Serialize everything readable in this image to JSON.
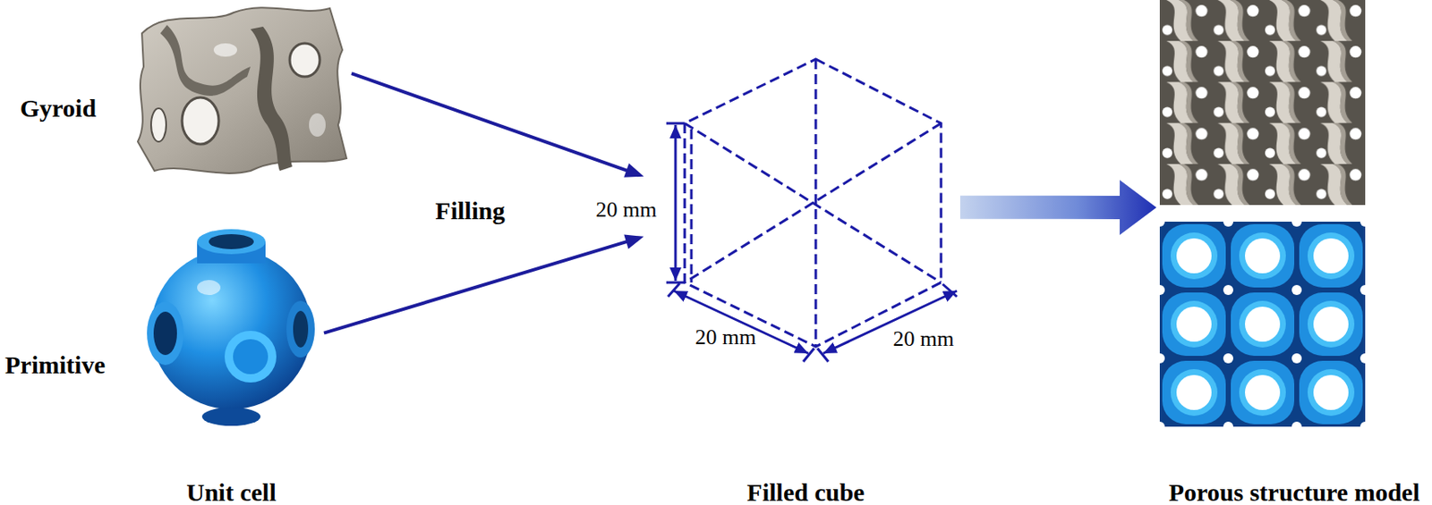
{
  "diagram": {
    "nodes": [
      {
        "text": [
          "Gyroid"
        ]
      },
      {
        "text": [
          "Primitive"
        ]
      },
      {
        "text": [
          "Filled cube"
        ]
      },
      {
        "text": [
          "Porous structure model"
        ]
      }
    ],
    "edges": [
      {
        "from": 0,
        "to": 2,
        "arrow": "to"
      },
      {
        "from": 1,
        "to": 2,
        "arrow": "to"
      },
      {
        "from": 2,
        "to": 3,
        "arrow": "to"
      }
    ],
    "labels": [
      "Filling",
      "20 mm",
      "20 mm",
      "20 mm",
      "Unit cell"
    ]
  }
}
